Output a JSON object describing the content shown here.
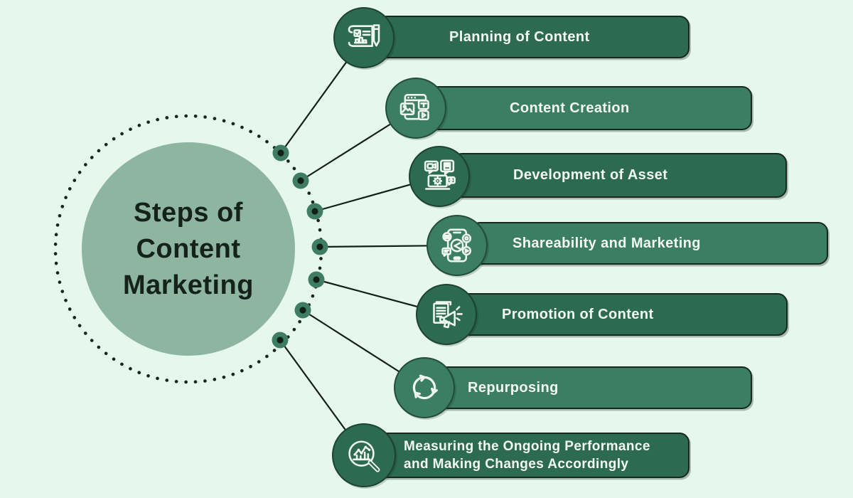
{
  "center": {
    "title": "Steps of\nContent\nMarketing"
  },
  "steps": [
    {
      "label": "Planning of Content",
      "icon": "planning-icon"
    },
    {
      "label": "Content Creation",
      "icon": "content-creation-icon"
    },
    {
      "label": "Development of Asset",
      "icon": "development-icon"
    },
    {
      "label": "Shareability and Marketing",
      "icon": "shareability-icon"
    },
    {
      "label": "Promotion of Content",
      "icon": "promotion-icon"
    },
    {
      "label": "Repurposing",
      "icon": "repurposing-icon"
    },
    {
      "label": "Measuring the Ongoing Performance\nand Making Changes Accordingly",
      "icon": "measuring-icon"
    }
  ],
  "colors": {
    "background": "#e6f7ee",
    "center_circle": "#8db5a2",
    "bar_dark": "#2d6a54",
    "bar_light": "#3c7e64",
    "bar_border": "#15291f",
    "label_text": "#f4faf6",
    "title_text": "#15211b",
    "connector": "#132019",
    "connector_dot": "#3e7d64"
  }
}
